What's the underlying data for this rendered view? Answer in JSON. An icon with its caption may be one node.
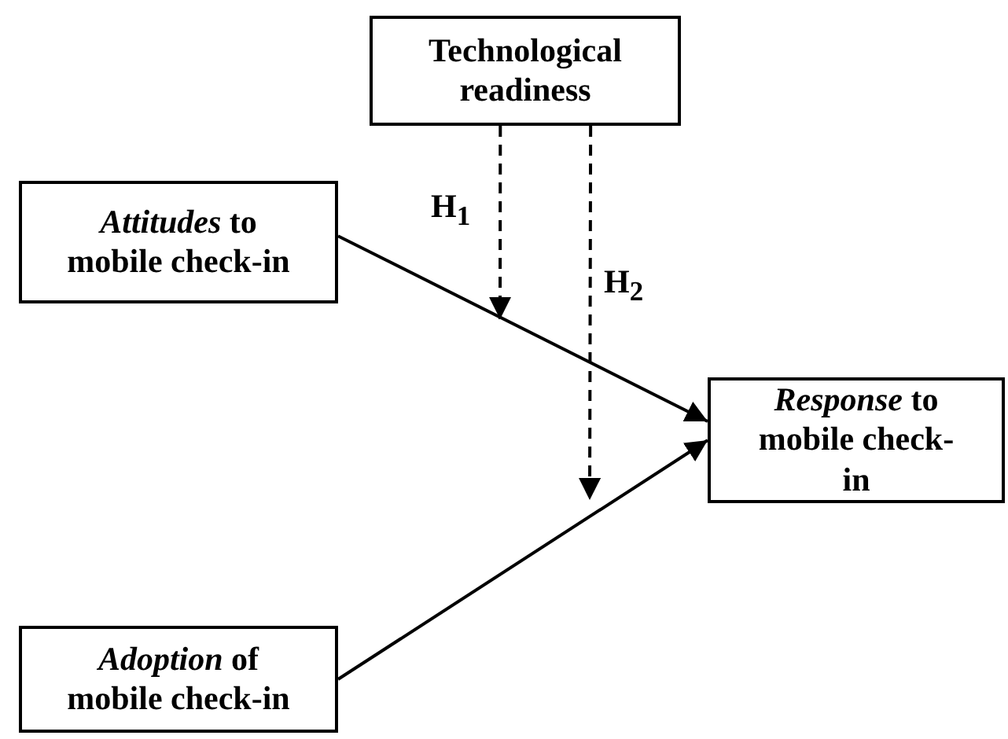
{
  "diagram": {
    "nodes": [
      {
        "text": [
          "Technological readiness"
        ]
      },
      {
        "text": [
          "*Attitudes* to mobile check-in"
        ]
      },
      {
        "text": [
          "*Response* to mobile check-in"
        ]
      },
      {
        "text": [
          "*Adoption* of mobile check-in"
        ]
      }
    ],
    "edges": [
      {
        "from": 1,
        "to": 2,
        "arrow": "to"
      },
      {
        "from": 3,
        "to": 2,
        "arrow": "to"
      },
      {
        "from": 0,
        "to": null,
        "arrow": "to",
        "style": "dashed",
        "label": "H$_{1}$"
      },
      {
        "from": 0,
        "to": null,
        "arrow": "to",
        "style": "dashed",
        "label": "H$_{2}$"
      }
    ]
  }
}
